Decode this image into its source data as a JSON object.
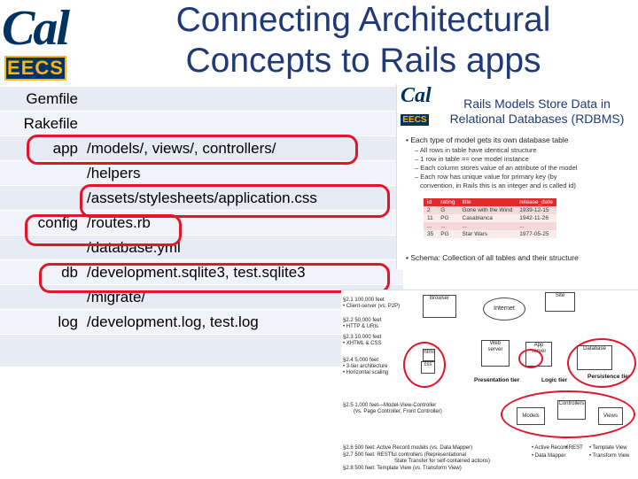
{
  "logo": {
    "top": "Cal",
    "bottom": "EECS"
  },
  "title": {
    "line1": "Connecting Architectural",
    "line2": "Concepts to Rails apps"
  },
  "directory": [
    {
      "key": "Gemfile",
      "value": ""
    },
    {
      "key": "Rakefile",
      "value": ""
    },
    {
      "key": "app",
      "value": "/models/, views/, controllers/"
    },
    {
      "key": "",
      "value": "/helpers"
    },
    {
      "key": "",
      "value": "/assets/stylesheets/application.css"
    },
    {
      "key": "config",
      "value": "/routes.rb"
    },
    {
      "key": "",
      "value": "/database.yml"
    },
    {
      "key": "db",
      "value": "/development.sqlite3, test.sqlite3"
    },
    {
      "key": "",
      "value": "/migrate/"
    },
    {
      "key": "log",
      "value": "/development.log, test.log"
    },
    {
      "key": "",
      "value": ""
    }
  ],
  "accent_red": "#e0162b",
  "title_color": "#1f3a75",
  "rdbms": {
    "logo_top": "Cal",
    "logo_bottom": "EECS",
    "title_line1": "Rails Models Store Data in",
    "title_line2": "Relational Databases (RDBMS)",
    "bullet1": "• Each type of model gets its own database table",
    "sub1": "– All rows in table have identical structure",
    "sub2": "– 1 row in table == one model instance",
    "sub3": "– Each column stores value of an attribute of the model",
    "sub4": "– Each row has unique value for primary key (by",
    "sub5": "convention, in Rails this is an integer and is called id)",
    "table_header": [
      "id",
      "rating",
      "title",
      "release_date"
    ],
    "table_rows": [
      [
        "2",
        "G",
        "Gone with the Wind",
        "1939-12-15"
      ],
      [
        "11",
        "PG",
        "Casablanca",
        "1942-11-26"
      ],
      [
        "...",
        "...",
        "...",
        "..."
      ],
      [
        "35",
        "PG",
        "Star Wars",
        "1977-05-25"
      ]
    ],
    "bullet2": "• Schema: Collection of all tables and their structure"
  },
  "arch": {
    "sec1": "§2.1 100,000 feet",
    "sec1b": "• Client-server (vs. P2P)",
    "sec2": "§2.2 50,000 feet",
    "sec2b": "• HTTP & URIs",
    "sec3": "§2.3 10,000 feet",
    "sec3b": "• XHTML & CSS",
    "sec4": "§2.4 5,000 feet",
    "sec4b": "• 3-tier architecture",
    "sec4c": "• Horizontal scaling",
    "sec5": "§2.5 1,000 feet—Model-View-Controller",
    "sec5b": "(vs. Page Controller, Front Controller)",
    "sec6": "§2.6 500 feet: Active Record models (vs. Data Mapper)",
    "sec7": "§2.7 500 feet: RESTful controllers (Representational",
    "sec7b": "State Transfer for self-contained actions)",
    "sec8": "§2.8 500 feet: Template View (vs. Transform View)",
    "browser": "Browser",
    "internet": "Internet",
    "site": "Site",
    "webserver": "Web server",
    "appserver": "App server",
    "database": "Database",
    "html": "html",
    "css": "css",
    "presentation_tier": "Presentation tier",
    "logic_tier": "Logic tier",
    "persistence_tier": "Persistence tier",
    "models": "Models",
    "controllers": "Controllers",
    "views": "Views",
    "legend1": "• Active Record",
    "legend2": "• REST",
    "legend3": "• Template View",
    "legend4": "• Data Mapper",
    "legend5": "• Transform View"
  }
}
